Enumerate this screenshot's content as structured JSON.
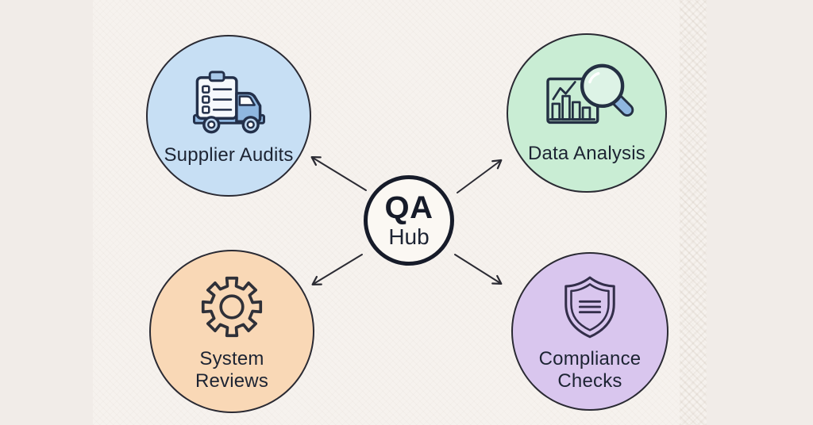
{
  "hub": {
    "title": "QA",
    "subtitle": "Hub",
    "fill": "#fbf8f3",
    "border_color": "#161b29"
  },
  "nodes": [
    {
      "label": "Supplier Audits",
      "fill": "#c7dff4",
      "icon": "truck-clipboard-icon"
    },
    {
      "label": "Data Analysis",
      "fill": "#c9edd4",
      "icon": "magnifier-bar-chart-icon"
    },
    {
      "label": "System Reviews",
      "fill": "#f9d8b6",
      "icon": "gear-icon"
    },
    {
      "label": "Compliance Checks",
      "fill": "#d9c6ee",
      "icon": "shield-checklist-icon"
    }
  ],
  "colors": {
    "background_base": "#f1ece8",
    "background_panel": "#f6f2ee",
    "arrow": "#2b2b33",
    "text": "#1d2433",
    "outline": "#2a2a33",
    "icon_blue_fill": "#8fb7e0"
  }
}
